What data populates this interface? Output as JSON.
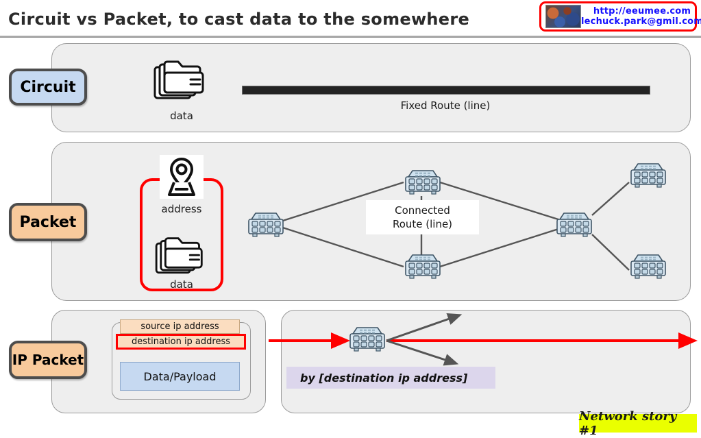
{
  "header": {
    "title": "Circuit vs Packet, to cast data to the somewhere",
    "contact": {
      "thumb_icon": "portrait-thumbnail",
      "website": "http://eeumee.com",
      "email": "lechuck.park@gmil.com",
      "border_color": "#ff0000",
      "text_color": "#1510ff"
    }
  },
  "rows": {
    "circuit": {
      "badge_label": "Circuit",
      "badge_color": "#c6d9f1",
      "data_icon": "folder-stack-icon",
      "data_label": "data",
      "route_label": "Fixed Route (line)",
      "route_bar_color": "#232323"
    },
    "packet": {
      "badge_label": "Packet",
      "badge_color": "#f8ca9c",
      "capsule_border_color": "#ff0000",
      "address_icon": "map-pin-icon",
      "address_label": "address",
      "data_icon": "folder-stack-icon",
      "data_label": "data",
      "route_label_line1": "Connected",
      "route_label_line2": "Route (line)",
      "node_icon": "network-switch-icon",
      "node_count": 6
    },
    "ip_packet": {
      "badge_label": "IP Packet",
      "badge_color": "#f8ca9c",
      "fields": [
        {
          "label": "source ip address",
          "fill": "#fbddc0",
          "highlight": false
        },
        {
          "label": "destination ip address",
          "fill": "#fbddc0",
          "highlight": true
        },
        {
          "label": "Data/Payload",
          "fill": "#c6d9f1",
          "highlight": false
        }
      ],
      "switch_icon": "network-switch-icon",
      "forward_arrow_color": "#ff0000",
      "alt_arrow_color": "#555555",
      "caption": "by [destination ip address]",
      "caption_fill": "#dcd6ec"
    }
  },
  "footer": {
    "note": "Network story #1",
    "highlight_color": "#eaff00"
  }
}
